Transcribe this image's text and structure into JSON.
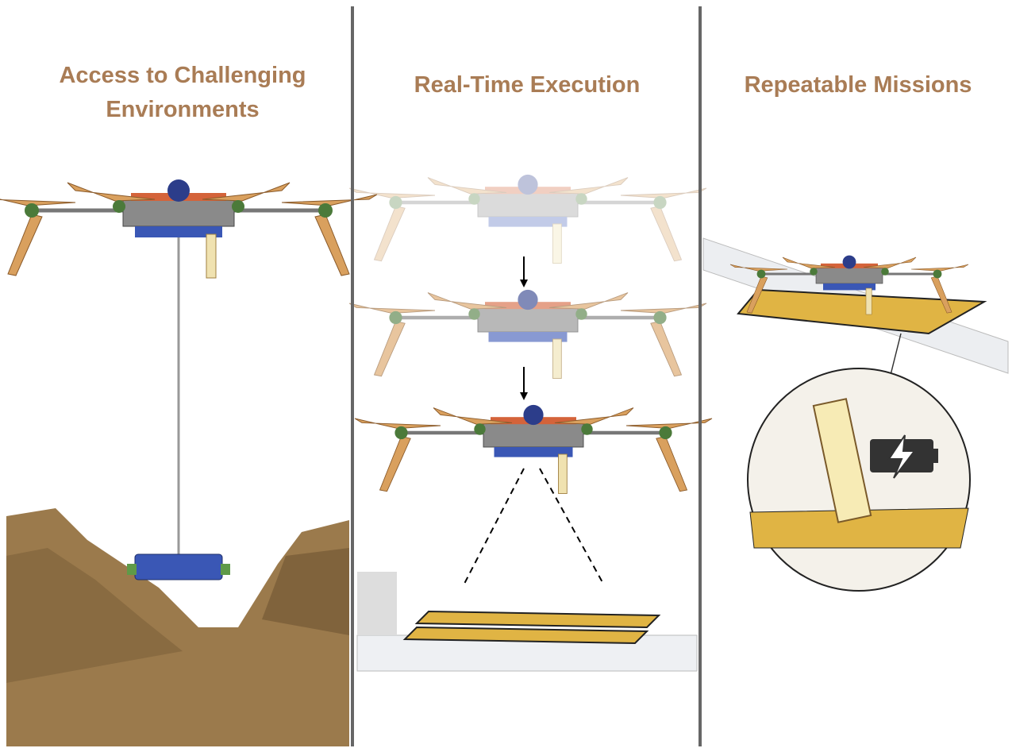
{
  "panels": [
    {
      "title_line1": "Access to Challenging",
      "title_line2": "Environments"
    },
    {
      "title": "Real-Time Execution"
    },
    {
      "title": "Repeatable Missions"
    }
  ],
  "colors": {
    "title": "#a97c55",
    "divider": "#666666",
    "propeller": "#d9a05e",
    "payload": "#3a57b5",
    "pad": "#e0b444",
    "rock": "#9b7a4c"
  }
}
